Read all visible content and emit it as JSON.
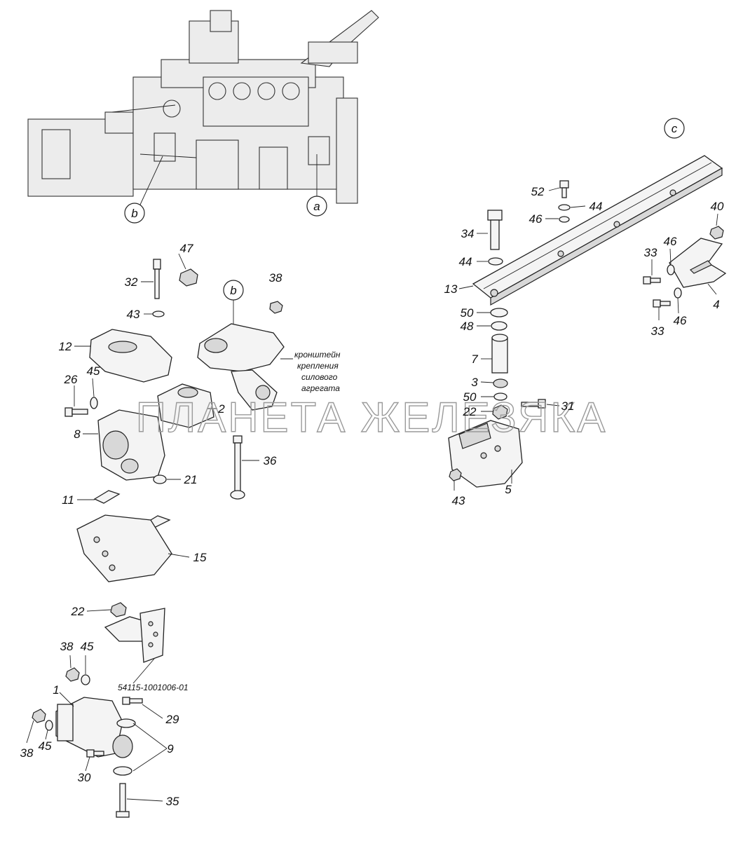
{
  "callouts": [
    "a",
    "b",
    "b",
    "c"
  ],
  "bracket_note": [
    "кронштейн",
    "крепления",
    "силового",
    "агрегата"
  ],
  "part_code": "54115-1001006-01",
  "watermark": "ПЛАНЕТА ЖЕЛЕЗЯКА",
  "labels": {
    "l47": "47",
    "l32": "32",
    "l43a": "43",
    "l38a": "38",
    "l12": "12",
    "l26": "26",
    "l45a": "45",
    "l8": "8",
    "l2": "2",
    "l36": "36",
    "l21": "21",
    "l11": "11",
    "l15": "15",
    "l22a": "22",
    "l38b": "38",
    "l45b": "45",
    "l1": "1",
    "l29": "29",
    "l38c": "38",
    "l45c": "45",
    "l9": "9",
    "l30": "30",
    "l35": "35",
    "l52": "52",
    "l44a": "44",
    "l46a": "46",
    "l40": "40",
    "l34": "34",
    "l44b": "44",
    "l33a": "33",
    "l46b": "46",
    "l13": "13",
    "l50a": "50",
    "l48": "48",
    "l4": "4",
    "l33b": "33",
    "l46c": "46",
    "l7": "7",
    "l3": "3",
    "l50b": "50",
    "l22b": "22",
    "l31": "31",
    "l5": "5",
    "l43b": "43"
  }
}
